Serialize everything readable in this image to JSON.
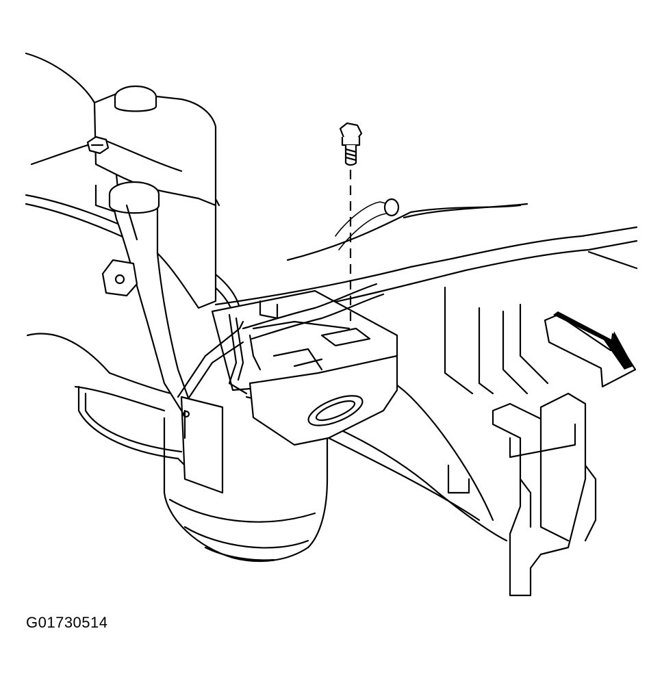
{
  "figure": {
    "id_label": "G01730514"
  },
  "colors": {
    "line": "#000000",
    "background": "#ffffff"
  },
  "parts": [
    {
      "name": "coolant-reservoir",
      "icon": "reservoir-tank"
    },
    {
      "name": "washer-fluid-filler-neck",
      "icon": "filler-neck"
    },
    {
      "name": "mounting-bolt",
      "icon": "bolt"
    },
    {
      "name": "front-frame-crossmember",
      "icon": "frame-rail"
    },
    {
      "name": "mounting-bracket",
      "icon": "bracket"
    },
    {
      "name": "direction-arrow",
      "icon": "arrow-icon"
    }
  ]
}
